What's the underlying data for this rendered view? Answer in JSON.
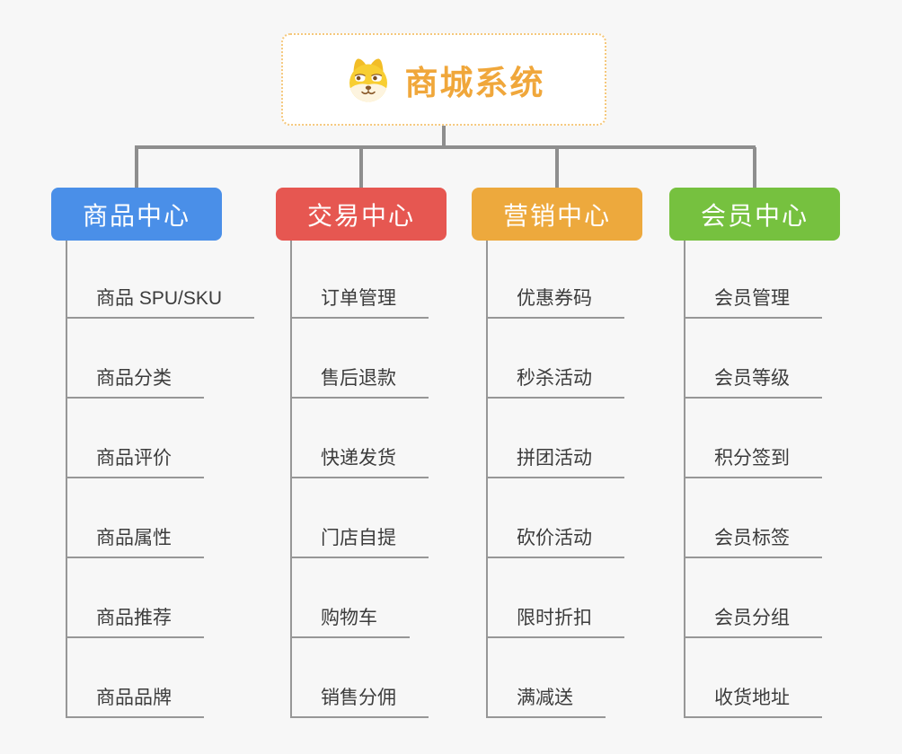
{
  "canvas": {
    "background": "#f7f7f7",
    "connector_color": "#8e8e8e",
    "underline_color": "#979797"
  },
  "root": {
    "title": "商城系统",
    "icon": "dog-face-icon",
    "title_color": "#f0a73b",
    "border_color": "#f5c87c"
  },
  "branches": [
    {
      "label": "商品中心",
      "color": "#4a8fe8",
      "items": [
        "商品 SPU/SKU",
        "商品分类",
        "商品评价",
        "商品属性",
        "商品推荐",
        "商品品牌"
      ]
    },
    {
      "label": "交易中心",
      "color": "#e65751",
      "items": [
        "订单管理",
        "售后退款",
        "快递发货",
        "门店自提",
        "购物车",
        "销售分佣"
      ]
    },
    {
      "label": "营销中心",
      "color": "#eda93d",
      "items": [
        "优惠券码",
        "秒杀活动",
        "拼团活动",
        "砍价活动",
        "限时折扣",
        "满减送"
      ]
    },
    {
      "label": "会员中心",
      "color": "#76c13f",
      "items": [
        "会员管理",
        "会员等级",
        "积分签到",
        "会员标签",
        "会员分组",
        "收货地址"
      ]
    }
  ]
}
